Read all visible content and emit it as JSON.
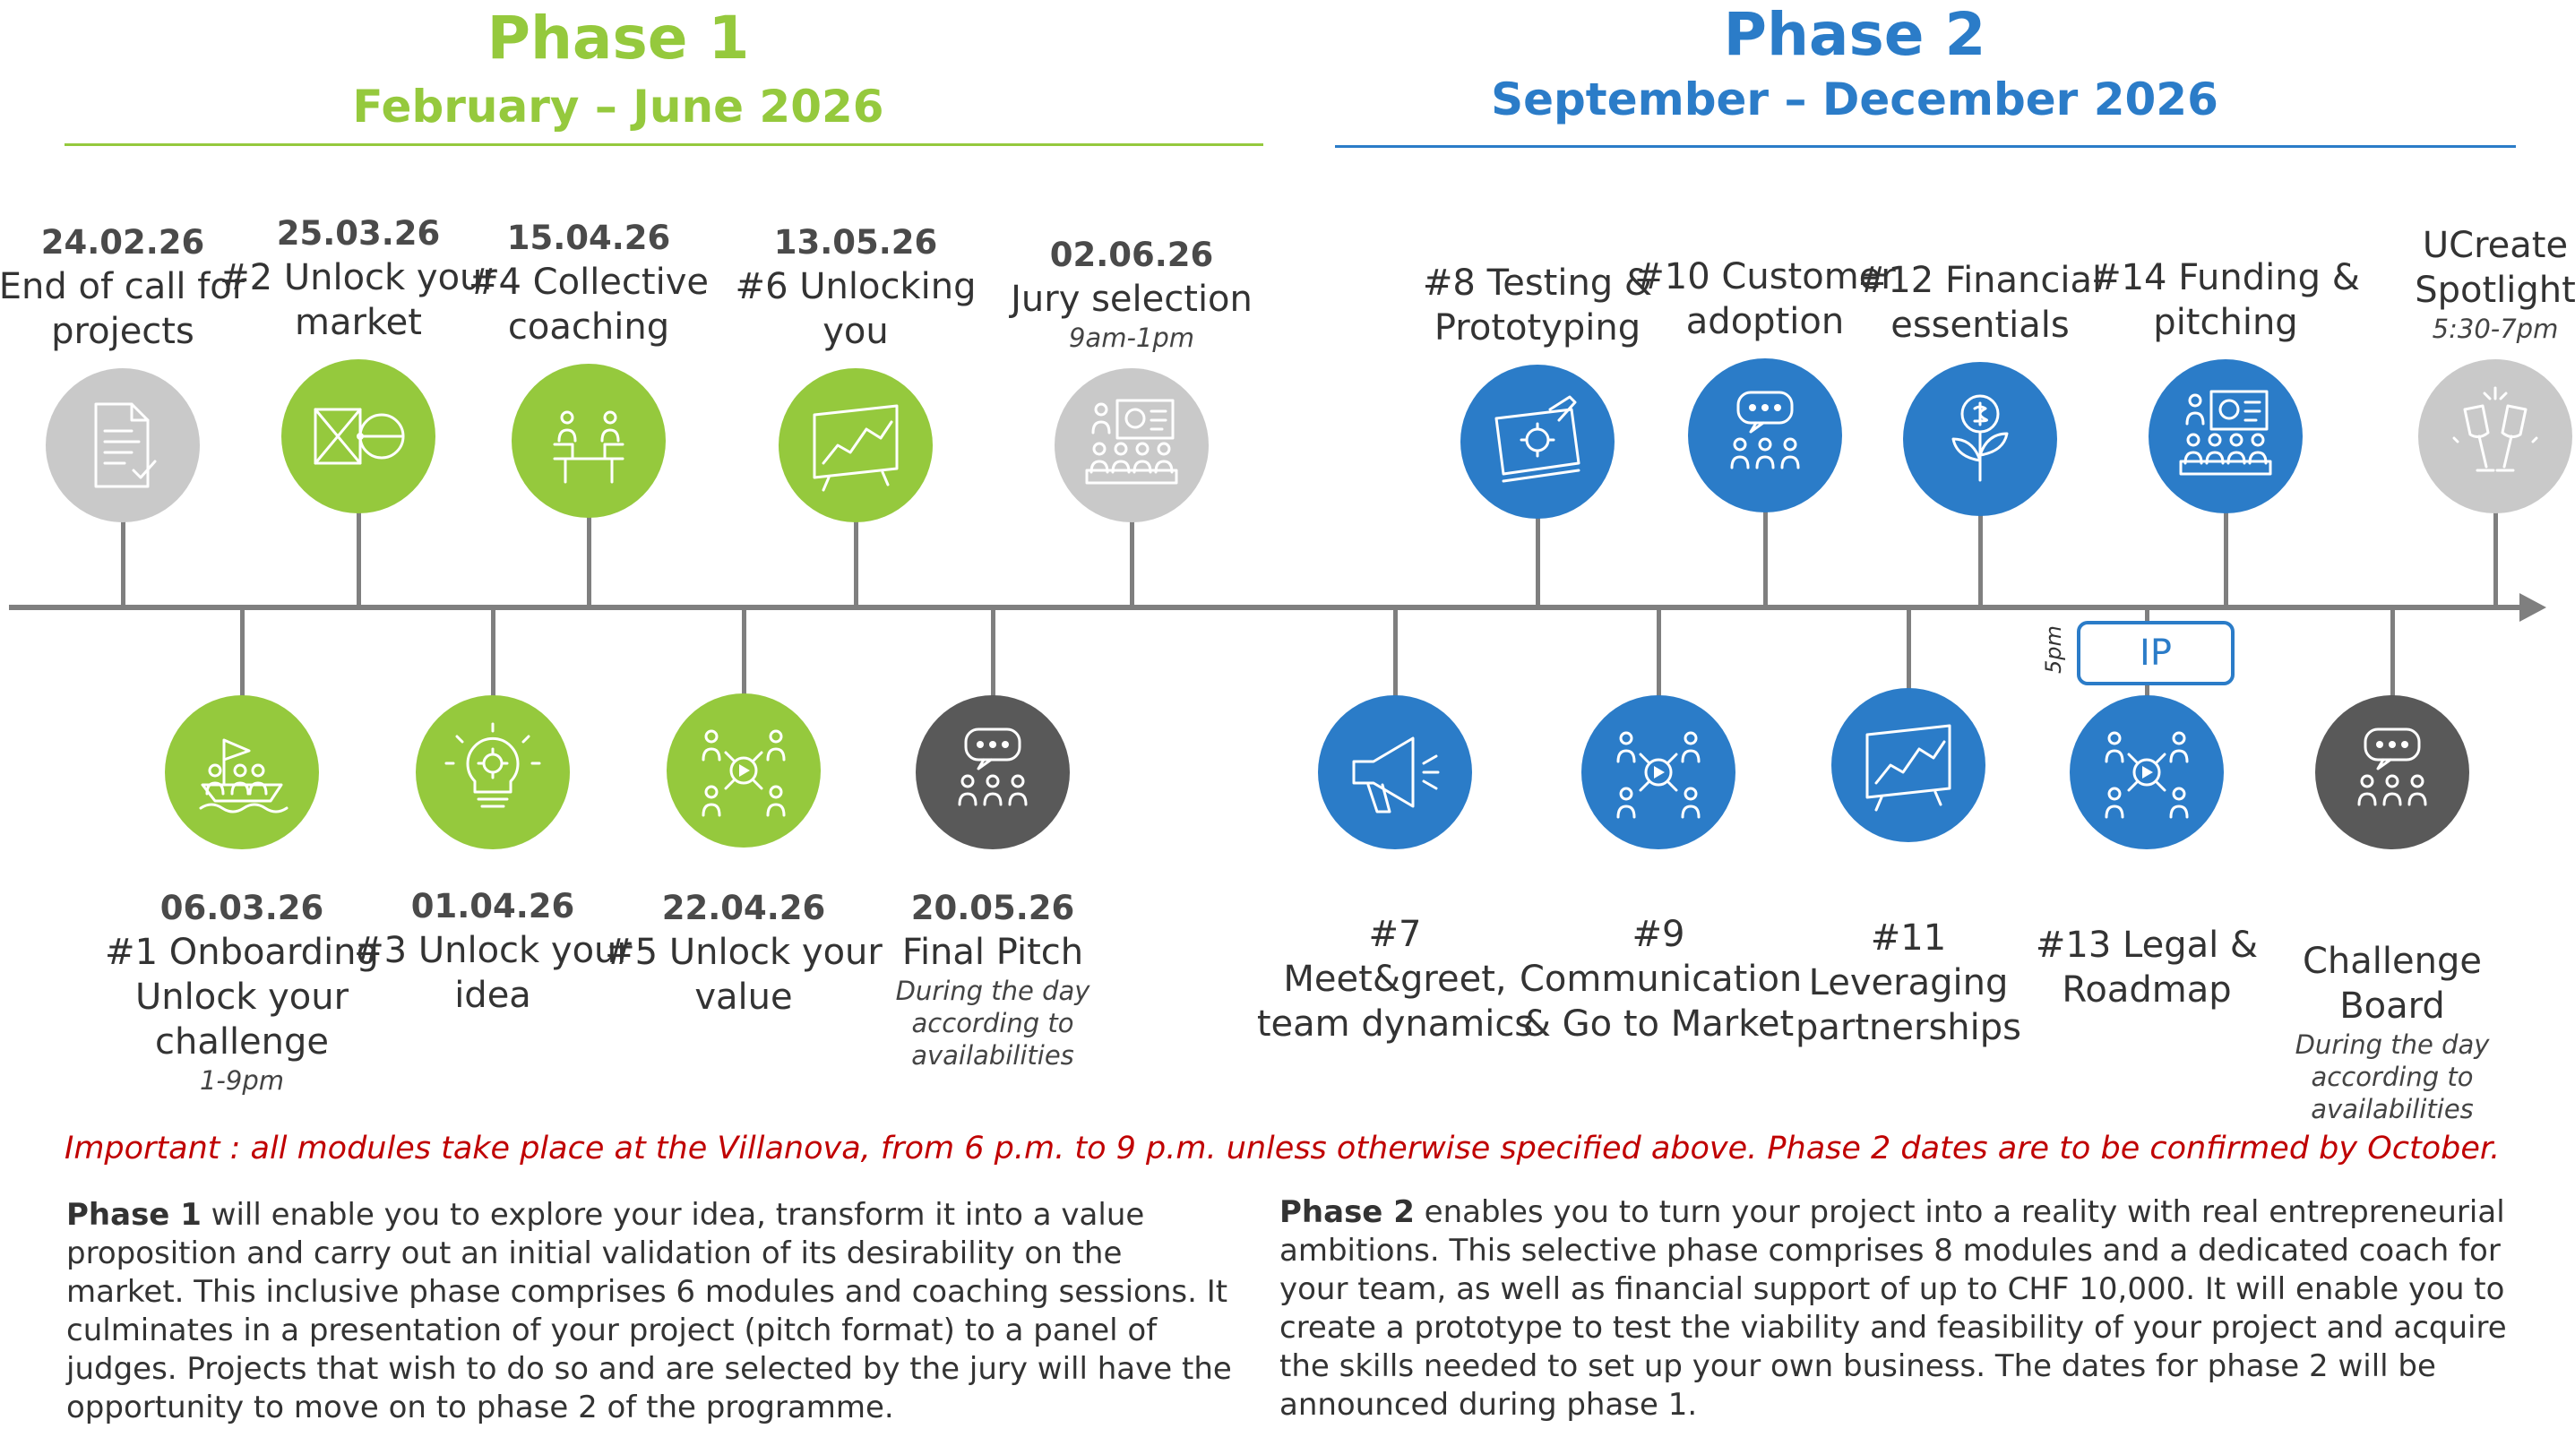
{
  "colors": {
    "green": "#95c93d",
    "blue": "#2b7cc8",
    "grey_light": "#c9c9c9",
    "grey_dark": "#595959"
  },
  "phase1": {
    "title": "Phase 1",
    "subtitle": "February – June  2026"
  },
  "phase2": {
    "title": "Phase 2",
    "subtitle": "September – December 2026"
  },
  "events": [
    {
      "id": "e1",
      "date": "24.02.26",
      "label": "End of call for projects",
      "note": "",
      "color": "grey_light",
      "icon": "document-check-icon"
    },
    {
      "id": "e2",
      "date": "06.03.26",
      "label": "#1 Onboarding Unlock your challenge",
      "note": "1-9pm",
      "color": "green",
      "icon": "boat-team-icon"
    },
    {
      "id": "e3",
      "date": "25.03.26",
      "label": "#2 Unlock your market",
      "note": "",
      "color": "green",
      "icon": "market-shapes-icon"
    },
    {
      "id": "e4",
      "date": "01.04.26",
      "label": "#3 Unlock your idea",
      "note": "",
      "color": "green",
      "icon": "lightbulb-gear-icon"
    },
    {
      "id": "e5",
      "date": "15.04.26",
      "label": "#4 Collective coaching",
      "note": "",
      "color": "green",
      "icon": "people-table-icon"
    },
    {
      "id": "e6",
      "date": "22.04.26",
      "label": "#5 Unlock your value",
      "note": "",
      "color": "green",
      "icon": "network-gear-icon"
    },
    {
      "id": "e7",
      "date": "13.05.26",
      "label": "#6 Unlocking you",
      "note": "",
      "color": "green",
      "icon": "whiteboard-chart-icon"
    },
    {
      "id": "e8",
      "date": "20.05.26",
      "label": "Final Pitch",
      "note": "During the day according to availabilities",
      "color": "grey_dark",
      "icon": "chat-audience-icon"
    },
    {
      "id": "e9",
      "date": "02.06.26",
      "label": "Jury selection",
      "note": "9am-1pm",
      "color": "grey_light",
      "icon": "presentation-jury-icon"
    },
    {
      "id": "e10",
      "date": "",
      "label": "#7 Meet&greet, team dynamics",
      "note": "",
      "color": "blue",
      "icon": "megaphone-icon"
    },
    {
      "id": "e11",
      "date": "",
      "label": "#8 Testing & Prototyping",
      "note": "",
      "color": "blue",
      "icon": "blueprint-gear-icon"
    },
    {
      "id": "e12",
      "date": "",
      "label": "#9 Communication & Go to Market",
      "note": "",
      "color": "blue",
      "icon": "network-gear-icon"
    },
    {
      "id": "e13",
      "date": "",
      "label": "#10 Customer adoption",
      "note": "",
      "color": "blue",
      "icon": "chat-audience-icon"
    },
    {
      "id": "e14",
      "date": "",
      "label": "#11 Leveraging partnerships",
      "note": "",
      "color": "blue",
      "icon": "whiteboard-chart-icon"
    },
    {
      "id": "e15",
      "date": "",
      "label": "#12 Financial essentials",
      "note": "",
      "color": "blue",
      "icon": "money-plant-icon"
    },
    {
      "id": "e16",
      "date": "",
      "label": "#13 Legal & Roadmap",
      "note": "",
      "color": "blue",
      "icon": "network-gear-icon"
    },
    {
      "id": "e17",
      "date": "",
      "label": "#14 Funding & pitching",
      "note": "",
      "color": "blue",
      "icon": "presentation-jury-icon"
    },
    {
      "id": "e18",
      "date": "",
      "label": "Challenge Board",
      "note": "During the day according to availabilities",
      "color": "grey_dark",
      "icon": "chat-audience-icon"
    },
    {
      "id": "e19",
      "date": "",
      "label": "UCreate Spotlight",
      "note": "5:30-7pm",
      "color": "grey_light",
      "icon": "champagne-toast-icon"
    }
  ],
  "ip_marker": {
    "label": "IP",
    "time": "5pm"
  },
  "important_note": "Important : all modules take place at the Villanova, from 6 p.m. to 9 p.m. unless otherwise specified above. Phase 2 dates are to be confirmed by October.",
  "phase1_description": {
    "lead": "Phase 1",
    "text": " will enable you to explore your idea, transform it into a value proposition and carry out an initial validation of its desirability on the market. This inclusive phase comprises 6 modules and coaching sessions. It culminates in a presentation of your project (pitch format) to a panel of judges. Projects that wish to do so and are selected by the jury will have the opportunity to move on to phase 2 of the programme."
  },
  "phase2_description": {
    "lead": "Phase 2",
    "text": " enables you to turn your project into a reality with real entrepreneurial ambitions. This selective phase comprises 8 modules and a dedicated coach for your team, as well as financial support of up to CHF 10,000. It will enable you to create a prototype to test the viability and feasibility of your project and acquire the skills needed to set up your own business. The dates for phase 2 will be announced during phase 1."
  }
}
